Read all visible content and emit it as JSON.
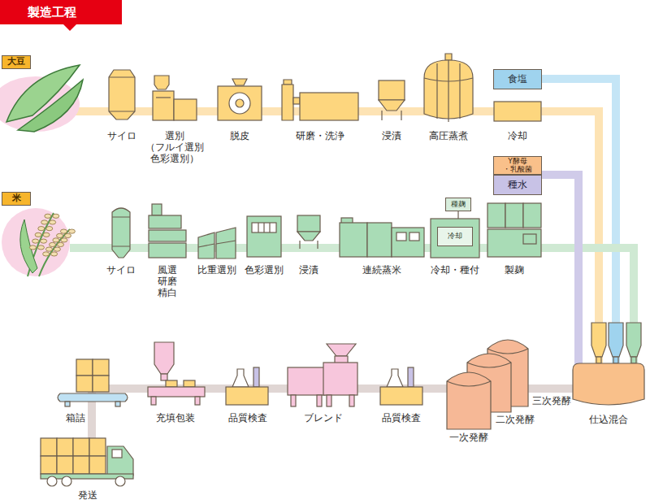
{
  "diagram": {
    "title": "製造工程",
    "nodes": [
      {
        "text": [
          "大豆"
        ]
      },
      {
        "text": [
          "サイロ"
        ]
      },
      {
        "text": [
          "選別",
          "（フルイ選別 色彩選別）"
        ]
      },
      {
        "text": [
          "脱皮"
        ]
      },
      {
        "text": [
          "研磨・洗浄"
        ]
      },
      {
        "text": [
          "浸漬"
        ]
      },
      {
        "text": [
          "高圧蒸煮"
        ]
      },
      {
        "text": [
          "食塩"
        ]
      },
      {
        "text": [
          "冷却"
        ]
      },
      {
        "text": [
          "米"
        ]
      },
      {
        "text": [
          "サイロ"
        ]
      },
      {
        "text": [
          "風選 研磨 精白"
        ]
      },
      {
        "text": [
          "比重選別"
        ]
      },
      {
        "text": [
          "色彩選別"
        ]
      },
      {
        "text": [
          "浸漬"
        ]
      },
      {
        "text": [
          "連続蒸米"
        ]
      },
      {
        "text": [
          "Y酵母 ・乳酸菌"
        ]
      },
      {
        "text": [
          "種水"
        ]
      },
      {
        "text": [
          "冷却・種付"
        ]
      },
      {
        "text": [
          "種麹"
        ],
        "in": 18
      },
      {
        "text": [
          "冷却"
        ],
        "in": 18
      },
      {
        "text": [
          "製麹"
        ]
      },
      {
        "text": [
          "仕込混合"
        ]
      },
      {
        "text": [
          "三次発酵"
        ]
      },
      {
        "text": [
          "二次発酵"
        ]
      },
      {
        "text": [
          "一次発酵"
        ]
      },
      {
        "text": [
          "品質検査"
        ]
      },
      {
        "text": [
          "ブレンド"
        ]
      },
      {
        "text": [
          "品質検査"
        ]
      },
      {
        "text": [
          "充填包装"
        ]
      },
      {
        "text": [
          "箱詰"
        ]
      },
      {
        "text": [
          "発送"
        ]
      }
    ],
    "edges": [
      {
        "from": 1,
        "to": 2,
        "arrow": "none"
      },
      {
        "from": 2,
        "to": 3,
        "arrow": "none"
      },
      {
        "from": 3,
        "to": 4,
        "arrow": "none"
      },
      {
        "from": 4,
        "to": 5,
        "arrow": "none"
      },
      {
        "from": 5,
        "to": 6,
        "arrow": "none"
      },
      {
        "from": 6,
        "to": 8,
        "arrow": "none"
      },
      {
        "from": 8,
        "to": 22,
        "arrow": "none"
      },
      {
        "from": 7,
        "to": 22,
        "arrow": "none"
      },
      {
        "from": 10,
        "to": 11,
        "arrow": "none"
      },
      {
        "from": 11,
        "to": 12,
        "arrow": "none"
      },
      {
        "from": 12,
        "to": 13,
        "arrow": "none"
      },
      {
        "from": 13,
        "to": 14,
        "arrow": "none"
      },
      {
        "from": 14,
        "to": 15,
        "arrow": "none"
      },
      {
        "from": 15,
        "to": 18,
        "arrow": "none"
      },
      {
        "from": 18,
        "to": 21,
        "arrow": "none"
      },
      {
        "from": 21,
        "to": 22,
        "arrow": "none"
      },
      {
        "from": 16,
        "to": 22,
        "arrow": "none"
      },
      {
        "from": 17,
        "to": 22,
        "arrow": "none"
      },
      {
        "from": 22,
        "to": 23,
        "arrow": "none"
      },
      {
        "from": 25,
        "to": 26,
        "arrow": "none"
      },
      {
        "from": 26,
        "to": 27,
        "arrow": "none"
      },
      {
        "from": 27,
        "to": 28,
        "arrow": "none"
      },
      {
        "from": 28,
        "to": 29,
        "arrow": "none"
      },
      {
        "from": 29,
        "to": 30,
        "arrow": "none"
      },
      {
        "from": 30,
        "to": 31,
        "arrow": "none"
      }
    ]
  }
}
